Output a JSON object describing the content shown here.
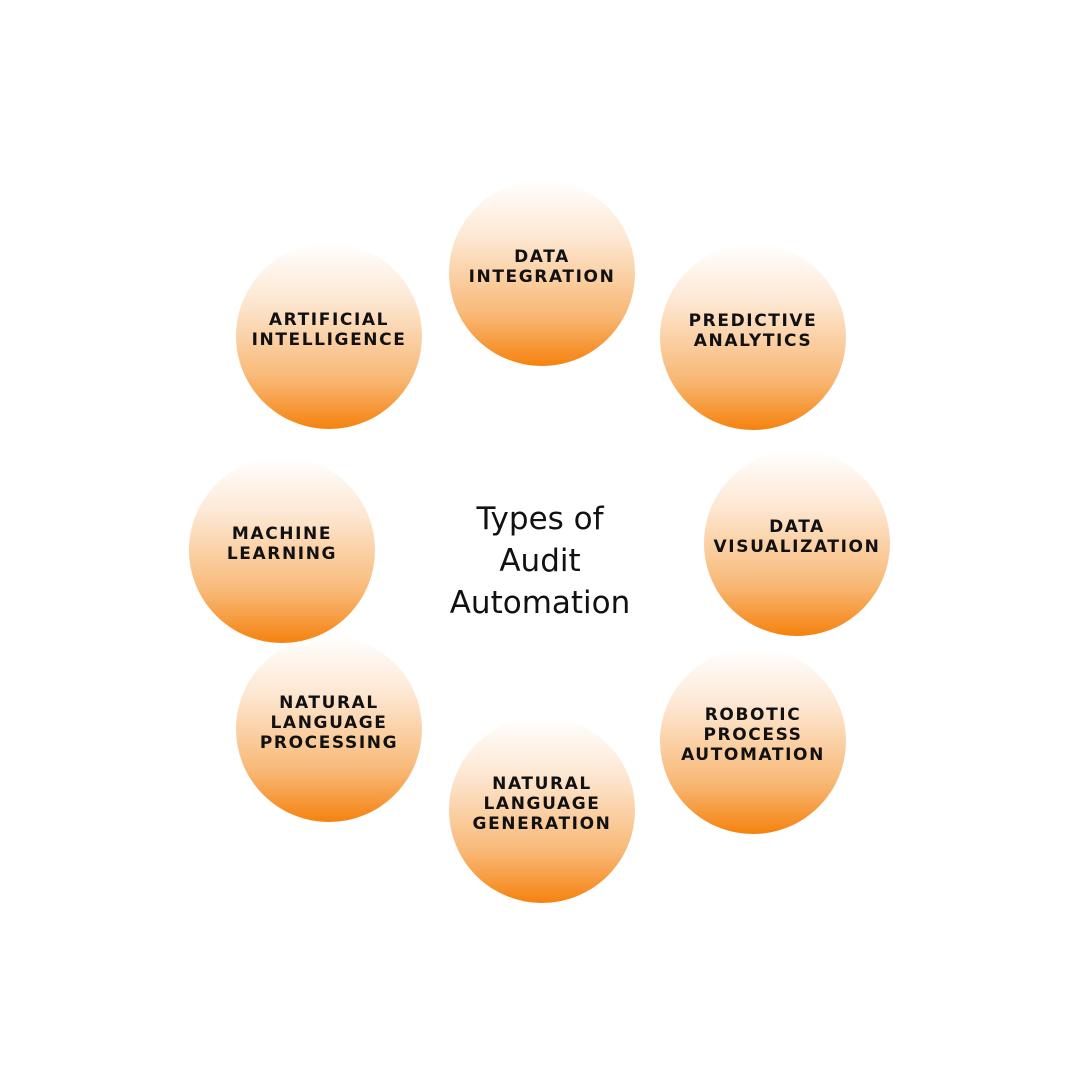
{
  "diagram": {
    "center_title_lines": [
      "Types of",
      "Audit",
      "Automation"
    ],
    "node_fill_top": "#ffffff",
    "node_fill_bottom": "#f5820f",
    "nodes": {
      "data_integration": [
        "DATA",
        "INTEGRATION"
      ],
      "predictive_analytics": [
        "PREDICTIVE",
        "ANALYTICS"
      ],
      "data_visualization": [
        "DATA",
        "VISUALIZATION"
      ],
      "robotic_process_automation": [
        "ROBOTIC",
        "PROCESS",
        "AUTOMATION"
      ],
      "natural_language_generation": [
        "NATURAL",
        "LANGUAGE",
        "GENERATION"
      ],
      "natural_language_processing": [
        "NATURAL",
        "LANGUAGE",
        "PROCESSING"
      ],
      "machine_learning": [
        "MACHINE",
        "LEARNING"
      ],
      "artificial_intelligence": [
        "ARTIFICIAL",
        "INTELLIGENCE"
      ]
    }
  }
}
